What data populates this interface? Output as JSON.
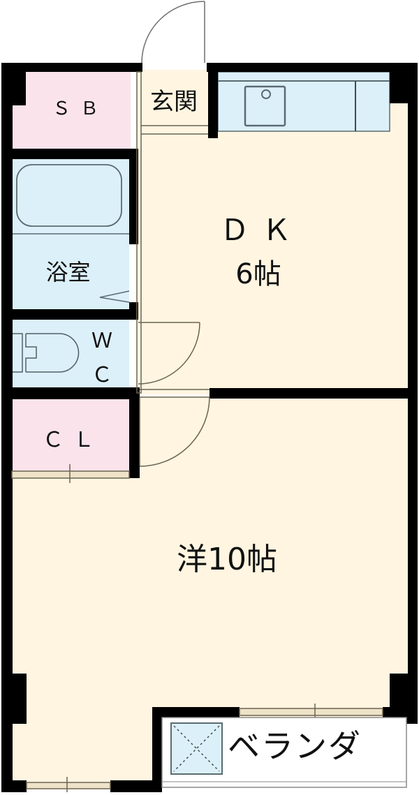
{
  "floor_plan": {
    "title": "1DK floor plan",
    "colors": {
      "wall": "#000000",
      "living_floor": "#fff5e1",
      "wet_area": "#dcf0f9",
      "storage": "#fbe3ec",
      "fixture_line": "#5a6b72",
      "door_line": "#6b6450",
      "background": "#ffffff"
    },
    "rooms": {
      "storage_box": {
        "label": "ＳＢ"
      },
      "entrance": {
        "label": "玄関"
      },
      "bathroom": {
        "label": "浴室"
      },
      "toilet": {
        "label_line1": "Ｗ",
        "label_line2": "Ｃ"
      },
      "closet": {
        "label": "ＣＬ"
      },
      "dining_kitchen": {
        "label": "ＤＫ",
        "size": "6帖"
      },
      "western_room": {
        "label": "洋10帖"
      },
      "veranda": {
        "label": "ベランダ"
      }
    },
    "fixtures": [
      "kitchen-sink",
      "bathtub",
      "toilet-bowl",
      "air-conditioner-outdoor-unit"
    ]
  }
}
